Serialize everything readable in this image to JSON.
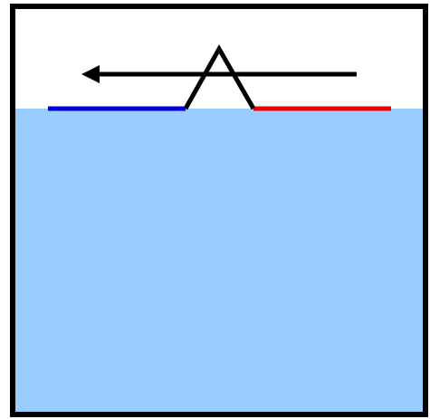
{
  "diagram": {
    "kind": "floating-hinged-strip-on-water",
    "colors": {
      "background": "#ffffff",
      "water": "#99ccff",
      "container_border": "#000000",
      "left_strip": "#0000dd",
      "right_strip": "#ee0000",
      "hinge": "#000000",
      "arrow": "#000000"
    },
    "arrow_direction": "left",
    "elements": {
      "container": "container-box",
      "water": "water-body",
      "left_strip": "blue-strip",
      "right_strip": "red-strip",
      "hinge": "hinge-peak",
      "arrow": "motion-arrow"
    }
  }
}
